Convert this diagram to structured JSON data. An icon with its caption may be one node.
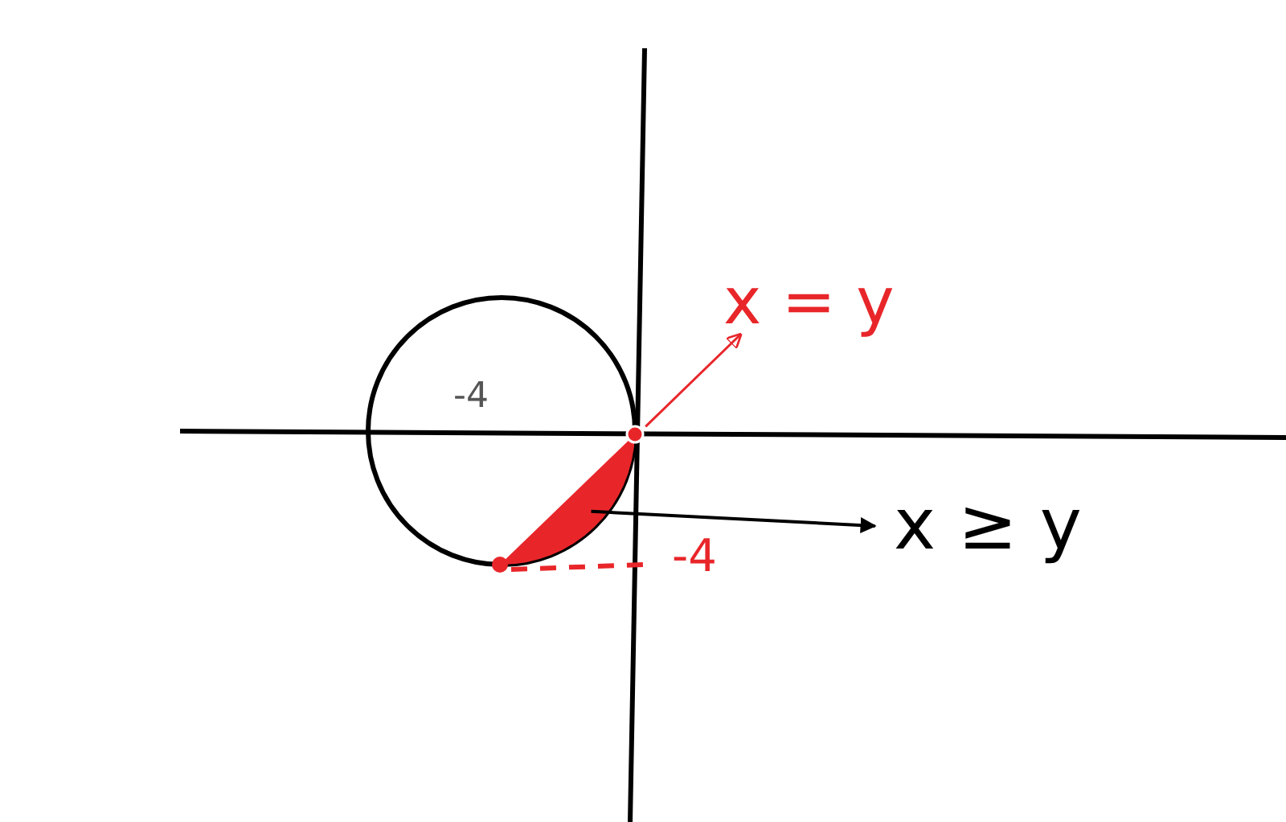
{
  "diagram": {
    "nodes": [
      {
        "text": [
          "x = y"
        ]
      },
      {
        "text": [
          "x ≥ y"
        ]
      },
      {
        "text": [],
        "shape": "segment"
      },
      {
        "text": [],
        "shape": "circle"
      }
    ],
    "edges": [
      {
        "from": 3,
        "to": 0,
        "arrow": "to",
        "color": "#e8262a"
      },
      {
        "from": 2,
        "to": 1,
        "arrow": "to",
        "color": "#000000"
      }
    ],
    "labels": [
      "-4",
      "-4"
    ]
  }
}
